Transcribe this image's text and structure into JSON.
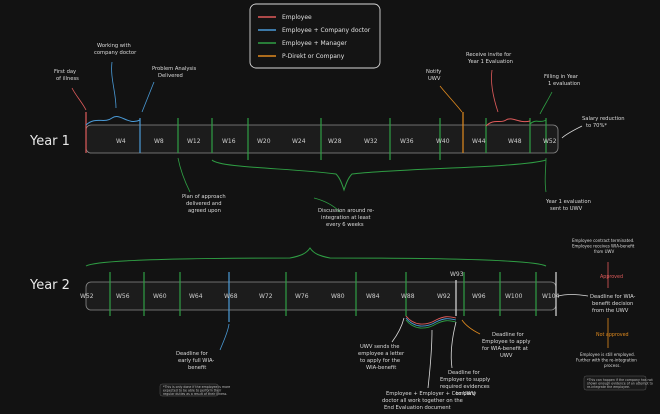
{
  "colors": {
    "employee": "#e05b5b",
    "company_doctor": "#4a9ad6",
    "manager": "#2f9e44",
    "pdirekt": "#e08a1e",
    "bar_border": "#8a8a8a",
    "bar_fill": "#1e1e1e"
  },
  "legend": {
    "items": [
      {
        "label": "Employee",
        "color": "#e05b5b"
      },
      {
        "label": "Employee + Company doctor",
        "color": "#4a9ad6"
      },
      {
        "label": "Employee + Manager",
        "color": "#2f9e44"
      },
      {
        "label": "P-Direkt or Company",
        "color": "#e08a1e"
      }
    ]
  },
  "year1": {
    "label": "Year 1",
    "ticks": [
      "W4",
      "W8",
      "W12",
      "W16",
      "W20",
      "W24",
      "W28",
      "W32",
      "W36",
      "W40",
      "W44",
      "W48",
      "W52"
    ],
    "notes": {
      "first_day": [
        "First day",
        "of illness"
      ],
      "working_doctor": [
        "Working with",
        "company doctor"
      ],
      "problem_analysis": [
        "Problem Analysis",
        "Delivered"
      ],
      "notify_uwv": [
        "Notify",
        "UWV"
      ],
      "receive_invite": [
        "Receive invite for",
        "Year 1 Evaluation"
      ],
      "filling_year1": [
        "Filling in Year",
        "1 evaluation"
      ],
      "salary_reduction": [
        "Salary reduction",
        "to 70%*"
      ],
      "plan_of_approach": [
        "Plan of approach",
        "delivered and",
        "agreed upon"
      ],
      "discussion": [
        "Discussion around re-",
        "integration at least",
        "every 6 weeks"
      ],
      "year1_eval_sent": [
        "Year 1 evaluation",
        "sent to UWV"
      ]
    }
  },
  "year2": {
    "label": "Year 2",
    "ticks": [
      "W52",
      "W56",
      "W60",
      "W64",
      "W68",
      "W72",
      "W76",
      "W80",
      "W84",
      "W88",
      "W92",
      "W96",
      "W100",
      "W104"
    ],
    "w93": "W93",
    "notes": {
      "deadline_early": [
        "Deadline for",
        "early full WIA-",
        "benefit"
      ],
      "uwv_sends": [
        "UWV sends the",
        "employee a letter",
        "to apply for the",
        "WIA-benefit"
      ],
      "all_work": [
        "Employee + Employer + Company",
        "doctor all work together on the",
        "End Evaluation document"
      ],
      "deadline_supply": [
        "Deadline for",
        "Employer to supply",
        "required evidences",
        "to UWV"
      ],
      "deadline_apply": [
        "Deadline for",
        "Employee to apply",
        "for WIA-benefit at",
        "UWV"
      ],
      "deadline_decision": [
        "Deadline for WIA-",
        "benefit decision",
        "from the UWV"
      ],
      "contract_terminated": [
        "Employee contract terminated.",
        "Employee receives WIA-benefit",
        "from UWV"
      ],
      "approved": "Approved",
      "not_approved": "Not approved",
      "still_employed": [
        "Employee is still employed.",
        "Further with the re-integration",
        "process."
      ],
      "footnote_left": [
        "*This is only done if the employee is more",
        "expected to be able to perform their",
        "regular duties as a result of their illness."
      ],
      "footnote_right": [
        "*This can happen if the company has not",
        "shown enough evidence of an attempt to",
        "re-integrate the employee."
      ]
    }
  }
}
